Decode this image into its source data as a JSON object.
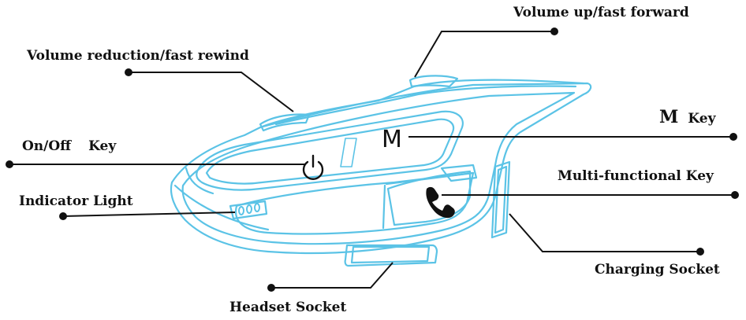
{
  "labels": {
    "volume_up": "Volume up/fast forward",
    "volume_down": "Volume reduction/fast rewind",
    "m_key_letter": "M",
    "m_key_word": "Key",
    "on_off_word": "On/Off",
    "on_off_key": "Key",
    "multi_key": "Multi-functional Key",
    "indicator": "Indicator Light",
    "charging": "Charging Socket",
    "headset": "Headset Socket"
  },
  "device": {
    "m_button_glyph": "M"
  },
  "colors": {
    "device_outline": "#5bc3e6",
    "leader_line": "#111111",
    "label_text": "#111111"
  },
  "icons": [
    "power-icon",
    "phone-icon",
    "indicator-light-icon"
  ]
}
